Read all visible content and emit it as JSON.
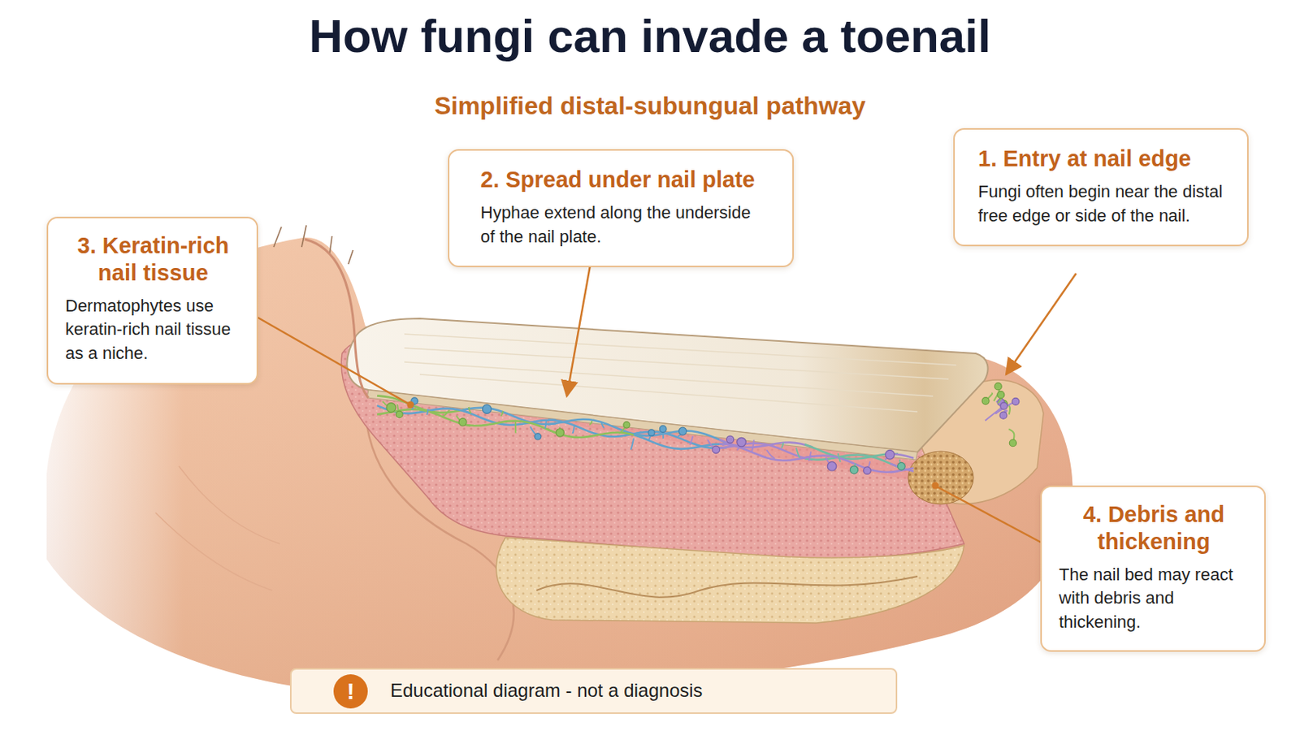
{
  "diagram": {
    "title": "How fungi can invade a toenail",
    "caption": "Simplified distal-subungual pathway",
    "nodes": [
      {
        "text": [
          "1. Entry at nail edge",
          "Fungi often begin near the distal free edge or side of the nail."
        ]
      },
      {
        "text": [
          "2. Spread under nail plate",
          "Hyphae extend along the underside of the nail plate."
        ]
      },
      {
        "text": [
          "3. Keratin-rich nail tissue",
          "Dermatophytes use keratin-rich nail tissue as a niche."
        ]
      },
      {
        "text": [
          "4. Debris and thickening",
          "The nail bed may react with debris and thickening."
        ]
      },
      {
        "text": [
          "Educational diagram - not a diagnosis"
        ]
      },
      {
        "text": [
          "!"
        ],
        "in": 4
      }
    ]
  }
}
